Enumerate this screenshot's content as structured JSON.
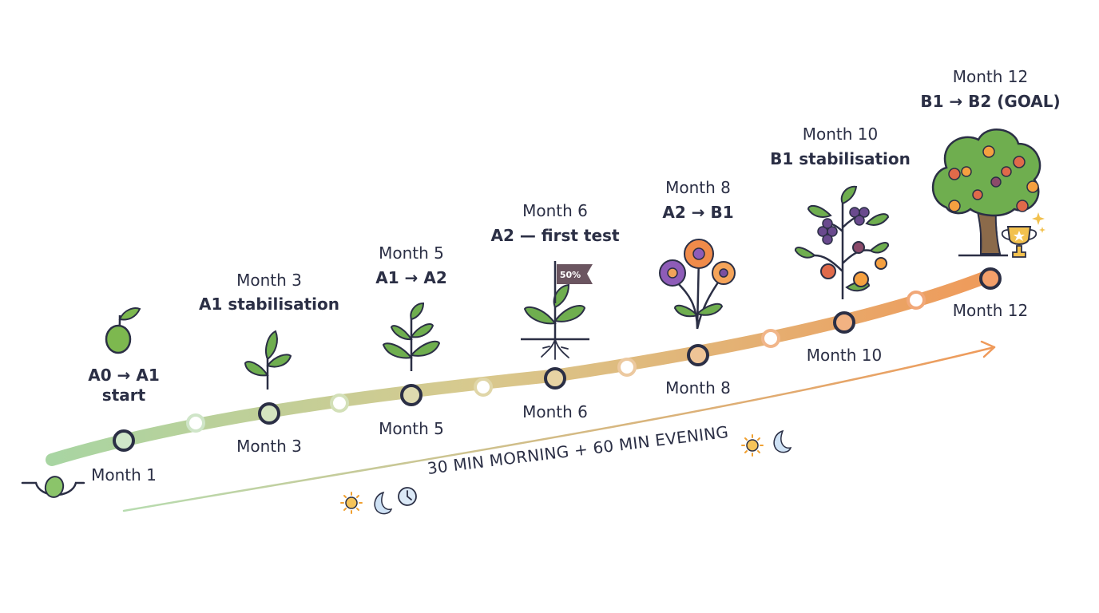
{
  "milestones": [
    {
      "month_label": "Month 1",
      "phase_line1": "A0 → A1",
      "phase_line2": "start",
      "icon": "seed-sprout-icon"
    },
    {
      "month_label": "Month 3",
      "month_top": "Month 3",
      "phase": "A1 stabilisation",
      "icon": "seedling-icon"
    },
    {
      "month_label": "Month 5",
      "month_top": "Month 5",
      "phase": "A1 → A2",
      "icon": "young-plant-icon"
    },
    {
      "month_label": "Month 6",
      "month_top": "Month 6",
      "phase": "A2 — first test",
      "icon": "plant-with-roots-and-flag-icon",
      "flag_text": "50%"
    },
    {
      "month_label": "Month 8",
      "month_top": "Month 8",
      "phase": "A2 → B1",
      "icon": "flowers-icon"
    },
    {
      "month_label": "Month 10",
      "month_top": "Month 10",
      "phase": "B1 stabilisation",
      "icon": "fruiting-bush-icon"
    },
    {
      "month_label": "Month 12",
      "month_top": "Month 12",
      "phase": "B1 → B2 (GOAL)",
      "icon": "fruit-tree-with-trophy-icon"
    }
  ],
  "routine": {
    "text": "30 MIN MORNING + 60 MIN EVENING",
    "icons": [
      "sun-icon",
      "moon-icon",
      "clock-icon"
    ]
  },
  "colors": {
    "path_start": "#a8d5a2",
    "path_mid": "#d8c98e",
    "path_end": "#ef9a5a",
    "node_stroke": "#2b2f45",
    "leaf_green": "#6fae4f",
    "text": "#2b2f45"
  }
}
